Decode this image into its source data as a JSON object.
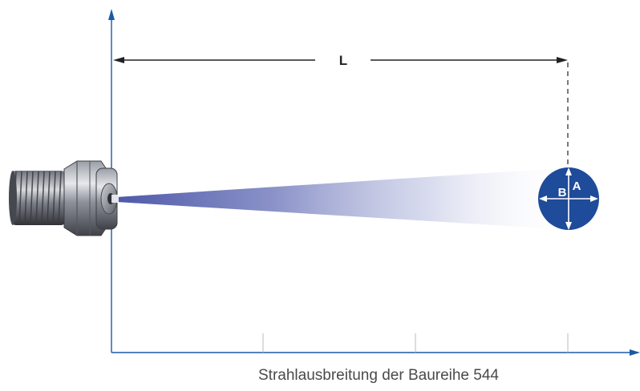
{
  "diagram": {
    "distance_label": "L",
    "spot_label_a": "A",
    "spot_label_b": "B",
    "caption": "Strahlausbreitung der Baureihe 544"
  },
  "colors": {
    "axis": "#1a5aa6",
    "spray_dark": "#5660ad",
    "spot_fill": "#1e4b9a",
    "dimension_line": "#222222",
    "tick_gray": "#bbbbbb",
    "caption_text": "#4a4a4a"
  }
}
